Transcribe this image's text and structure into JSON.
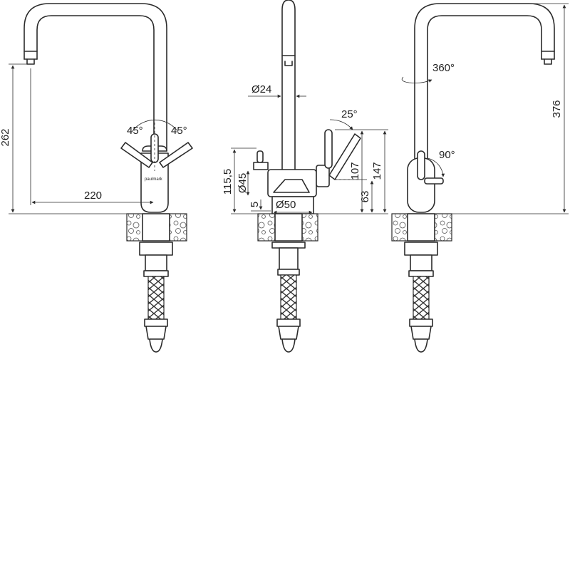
{
  "brand": "paulmark",
  "dimensions": {
    "left": {
      "height": "262",
      "reach": "220",
      "angle_left": "45°",
      "angle_right": "45°"
    },
    "middle": {
      "spout_diameter": "Ø24",
      "handle_angle": "25°",
      "body_height": "115,5",
      "body_diameter": "Ø45",
      "base_diameter": "Ø50",
      "base_height": "5",
      "height_107": "107",
      "height_147": "147",
      "height_63": "63"
    },
    "right": {
      "rotation": "360°",
      "handle_angle": "90°",
      "total_height": "376"
    }
  },
  "colors": {
    "line": "#2b2b2b",
    "background": "#ffffff"
  }
}
